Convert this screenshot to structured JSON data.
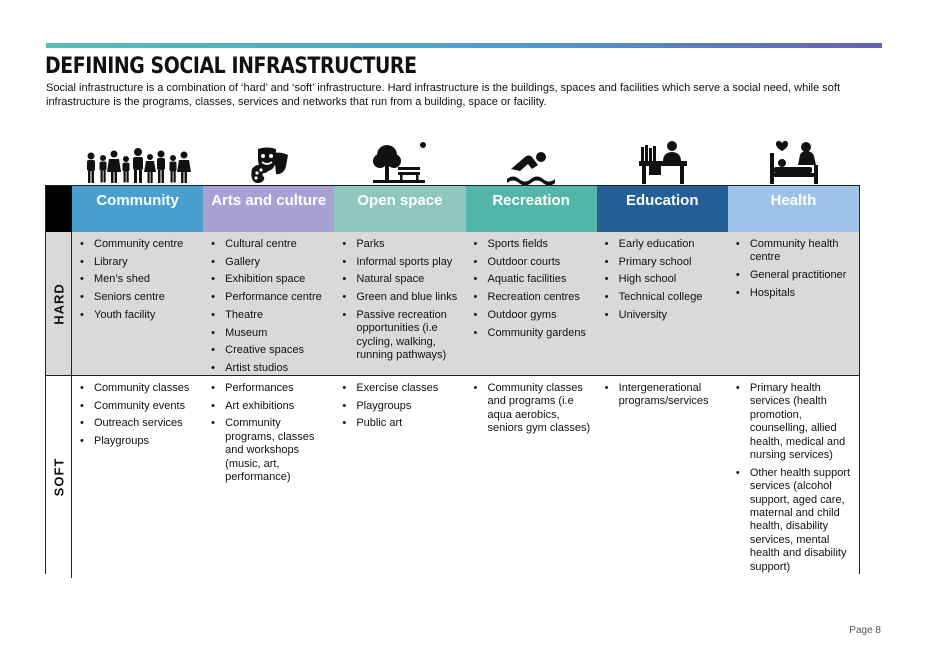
{
  "header": {
    "title": "DEFINING SOCIAL INFRASTRUCTURE",
    "intro": "Social infrastructure is a combination of ‘hard’ and ‘soft’ infrastructure. Hard infrastructure is the buildings, spaces and facilities which serve a social need, while soft infrastructure is the programs, classes, services and networks that run from a building, space or facility."
  },
  "row_labels": {
    "hard": "HARD",
    "soft": "SOFT"
  },
  "columns": [
    {
      "label": "Community",
      "icon": "people-group-icon",
      "color": "#4a9fd0",
      "hard": [
        "Community centre",
        "Library",
        "Men’s shed",
        "Seniors centre",
        "Youth facility"
      ],
      "soft": [
        "Community classes",
        "Community events",
        "Outreach services",
        "Playgroups"
      ]
    },
    {
      "label": "Arts and culture",
      "icon": "theatre-masks-palette-icon",
      "color": "#a8a2d4",
      "hard": [
        "Cultural centre",
        "Gallery",
        "Exhibition space",
        "Performance centre",
        "Theatre",
        "Museum",
        "Creative spaces",
        "Artist studios"
      ],
      "soft": [
        "Performances",
        "Art exhibitions",
        "Community programs, classes and workshops (music, art, performance)"
      ]
    },
    {
      "label": "Open space",
      "icon": "tree-bench-icon",
      "color": "#8fc6be",
      "hard": [
        "Parks",
        "Informal sports play",
        "Natural space",
        "Green and blue links",
        "Passive recreation opportunities (i.e cycling, walking, running pathways)"
      ],
      "soft": [
        "Exercise classes",
        "Playgroups",
        "Public art"
      ]
    },
    {
      "label": "Recreation",
      "icon": "swimmer-icon",
      "color": "#52b7a8",
      "hard": [
        "Sports fields",
        "Outdoor courts",
        "Aquatic facilities",
        "Recreation centres",
        "Outdoor gyms",
        "Community gardens"
      ],
      "soft": [
        "Community classes and programs (i.e aqua aerobics, seniors gym classes)"
      ]
    },
    {
      "label": "Education",
      "icon": "teacher-desk-icon",
      "color": "#245f98",
      "hard": [
        "Early education",
        "Primary school",
        "High school",
        "Technical college",
        "University"
      ],
      "soft": [
        "Intergenerational programs/services"
      ]
    },
    {
      "label": "Health",
      "icon": "patient-care-icon",
      "color": "#9dc3e8",
      "hard": [
        "Community health centre",
        "General practitioner",
        "Hospitals"
      ],
      "soft": [
        "Primary health services (health promotion, counselling, allied health, medical and nursing services)",
        "Other health support services (alcohol support, aged care, maternal and child health, disability services, mental health and disability support)"
      ]
    }
  ],
  "footer": {
    "page": "Page 8"
  }
}
